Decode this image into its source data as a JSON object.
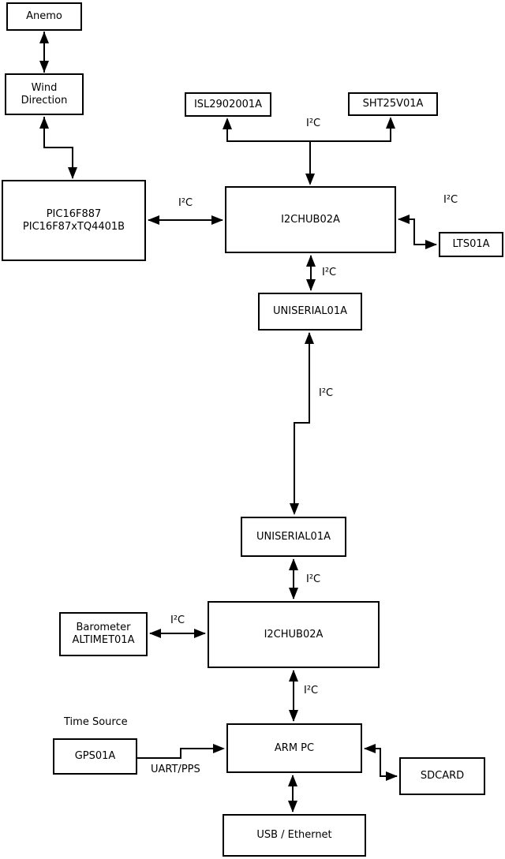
{
  "diagram": {
    "nodes": {
      "anemo": {
        "label": "Anemo"
      },
      "wind_direction": {
        "line1": "Wind",
        "line2": "Direction"
      },
      "pic": {
        "line1": "PIC16F887",
        "line2": "PIC16F87xTQ4401B"
      },
      "isl": {
        "label": "ISL2902001A"
      },
      "sht": {
        "label": "SHT25V01A"
      },
      "hub1": {
        "label": "I2CHUB02A"
      },
      "lts": {
        "label": "LTS01A"
      },
      "uniserial1": {
        "label": "UNISERIAL01A"
      },
      "uniserial2": {
        "label": "UNISERIAL01A"
      },
      "barometer": {
        "line1": "Barometer",
        "line2": "ALTIMET01A"
      },
      "hub2": {
        "label": "I2CHUB02A"
      },
      "arm_pc": {
        "label": "ARM PC"
      },
      "gps": {
        "label": "GPS01A"
      },
      "sdcard": {
        "label": "SDCARD"
      },
      "usb": {
        "label": "USB / Ethernet"
      }
    },
    "labels": {
      "time_source": "Time Source",
      "uart_pps": "UART/PPS",
      "i2c_isl_sht": "I²C",
      "i2c_pic_hub1": "I²C",
      "i2c_hub1_lts": "I²C",
      "i2c_hub1_uniserial1": "I²C",
      "i2c_uniserial_link": "I²C",
      "i2c_uniserial2_hub2": "I²C",
      "i2c_barometer_hub2": "I²C",
      "i2c_hub2_armpc": "I²C"
    },
    "edges": [
      {
        "from": "anemo",
        "to": "wind_direction",
        "direction": "both",
        "label": ""
      },
      {
        "from": "wind_direction",
        "to": "pic",
        "direction": "both",
        "label": ""
      },
      {
        "from": "i2c_bus_top",
        "to": "isl",
        "direction": "to",
        "label": "I²C"
      },
      {
        "from": "i2c_bus_top",
        "to": "sht",
        "direction": "to",
        "label": "I²C"
      },
      {
        "from": "i2c_bus_top",
        "to": "hub1",
        "direction": "to",
        "label": "I²C"
      },
      {
        "from": "pic",
        "to": "hub1",
        "direction": "both",
        "label": "I²C"
      },
      {
        "from": "hub1",
        "to": "lts",
        "direction": "both",
        "label": "I²C"
      },
      {
        "from": "hub1",
        "to": "uniserial1",
        "direction": "both",
        "label": "I²C"
      },
      {
        "from": "uniserial1",
        "to": "uniserial2",
        "direction": "both",
        "label": "I²C"
      },
      {
        "from": "uniserial2",
        "to": "hub2",
        "direction": "both",
        "label": "I²C"
      },
      {
        "from": "barometer",
        "to": "hub2",
        "direction": "both",
        "label": "I²C"
      },
      {
        "from": "hub2",
        "to": "arm_pc",
        "direction": "both",
        "label": "I²C"
      },
      {
        "from": "gps",
        "to": "arm_pc",
        "direction": "to",
        "label": "UART/PPS"
      },
      {
        "from": "arm_pc",
        "to": "sdcard",
        "direction": "both",
        "label": ""
      },
      {
        "from": "arm_pc",
        "to": "usb",
        "direction": "both",
        "label": ""
      }
    ],
    "colors": {
      "line": "#000000",
      "box_bg": "#ffffff",
      "background": "#ffffff"
    }
  }
}
